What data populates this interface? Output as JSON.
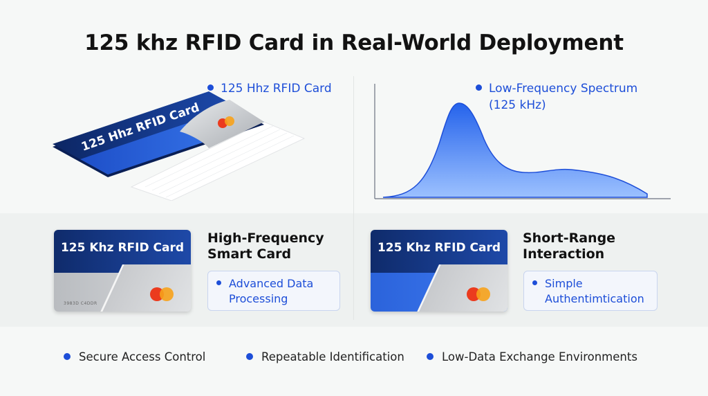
{
  "title": "125 khz RFID Card in Real-World Deployment",
  "top_left": {
    "label": "125 Hhz RFID Card",
    "card_text": "125 Hhz RFID Card"
  },
  "top_right": {
    "label_line1": "Low-Frequency Spectrum",
    "label_line2": "(125 kHz)"
  },
  "mid_left": {
    "card_title": "125 Khz RFID Card",
    "card_small_text": "3983D C4DDR",
    "heading_line1": "High-Frequency",
    "heading_line2": "Smart Card",
    "box_line1": "Advanced Data",
    "box_line2": "Processing"
  },
  "mid_right": {
    "card_title": "125 Khz RFID Card",
    "heading_line1": "Short-Range",
    "heading_line2": "Interaction",
    "box_line1": "Simple",
    "box_line2": "Authentimtication"
  },
  "bottom": [
    "Secure Access Control",
    "Repeatable Identification",
    "Low-Data Exchange Environments"
  ],
  "colors": {
    "accent": "#1d4ed8",
    "card_navy": "#0f2b6b",
    "card_blue": "#2b63db",
    "mastercard_red": "#eb3b1e",
    "mastercard_orange": "#f7a21b"
  }
}
